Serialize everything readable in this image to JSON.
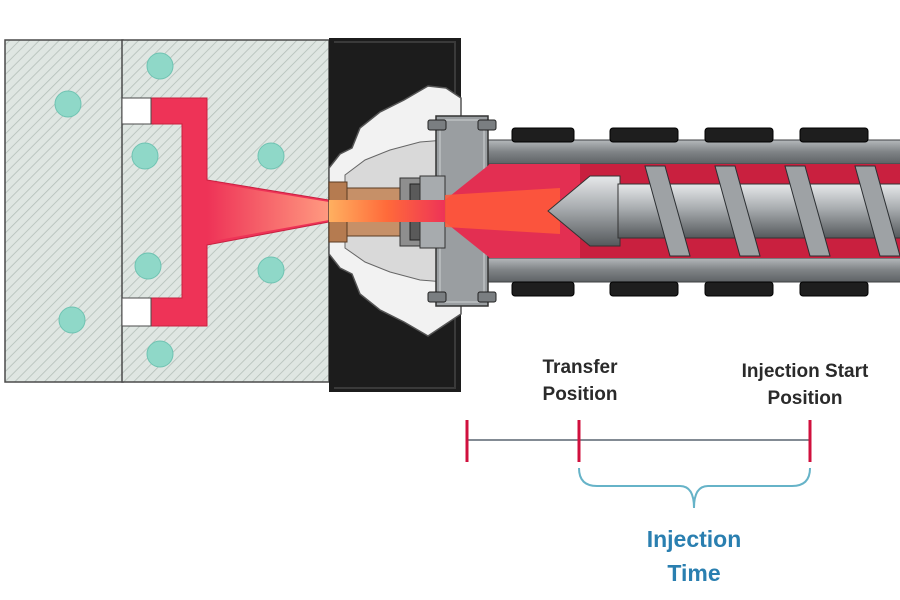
{
  "labels": {
    "transfer_line1": "Transfer",
    "transfer_line2": "Position",
    "start_line1": "Injection Start",
    "start_line2": "Position",
    "time_line1": "Injection",
    "time_line2": "Time"
  },
  "colors": {
    "mold_fill": "#dfe6e2",
    "mold_hatch": "#b4bfb9",
    "cooling_channel": "#8fd8c8",
    "melt": "#ee3357",
    "platen": "#1c1c1c",
    "barrel": "#8a8e91",
    "screw": "#b8bcbf",
    "heater_band": "#1e1e1e",
    "timeline_line": "#5a6570",
    "timeline_tick": "#d0103e",
    "brace": "#66b3c8",
    "label_blue": "#2a7fb0"
  }
}
